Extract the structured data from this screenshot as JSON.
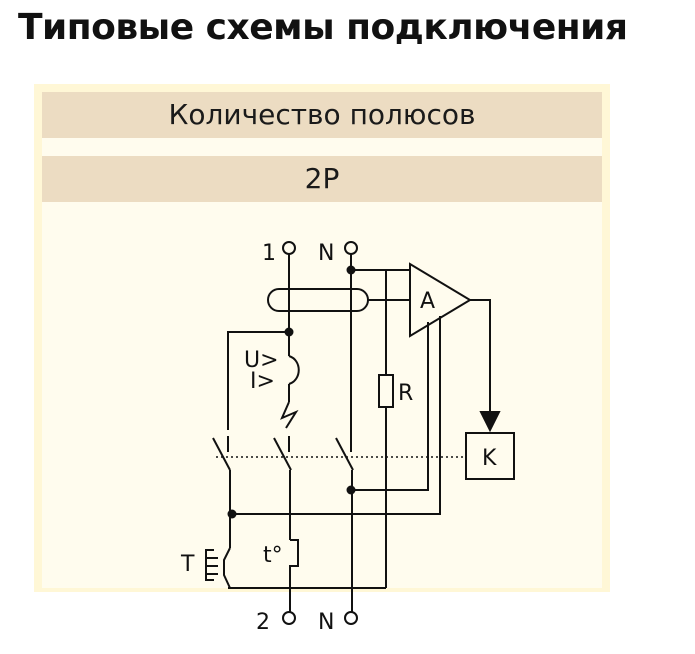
{
  "title": "Типовые схемы подключения",
  "table": {
    "header_label": "Количество полюсов",
    "poles_value": "2P"
  },
  "diagram": {
    "terminal_top_1": "1",
    "terminal_top_n": "N",
    "terminal_bottom_2": "2",
    "terminal_bottom_n": "N",
    "amplifier_label": "A",
    "relay_label": "K",
    "resistor_label": "R",
    "release_u_label": "U>",
    "release_i_label": "I>",
    "test_button_label": "T",
    "thermal_label": "t°"
  }
}
